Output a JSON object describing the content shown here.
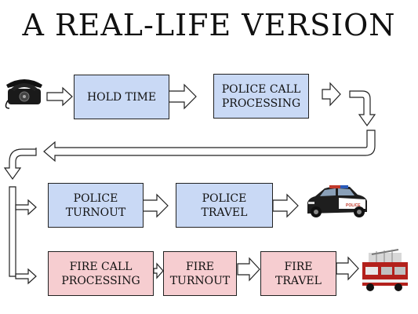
{
  "title": "A REAL-LIFE VERSION",
  "colors": {
    "police_box": "#c9d9f5",
    "fire_box": "#f6cdd0",
    "outline": "#222222"
  },
  "boxes": {
    "hold_time": "HOLD TIME",
    "police_call_processing": "POLICE CALL\nPROCESSING",
    "police_turnout": "POLICE\nTURNOUT",
    "police_travel": "POLICE\nTRAVEL",
    "fire_call_processing": "FIRE CALL\nPROCESSING",
    "fire_turnout": "FIRE\nTURNOUT",
    "fire_travel": "FIRE\nTRAVEL"
  },
  "icons": {
    "phone": "telephone-icon",
    "police": "police-car-icon",
    "fire": "fire-truck-icon"
  },
  "police_car_label": "POLICE"
}
